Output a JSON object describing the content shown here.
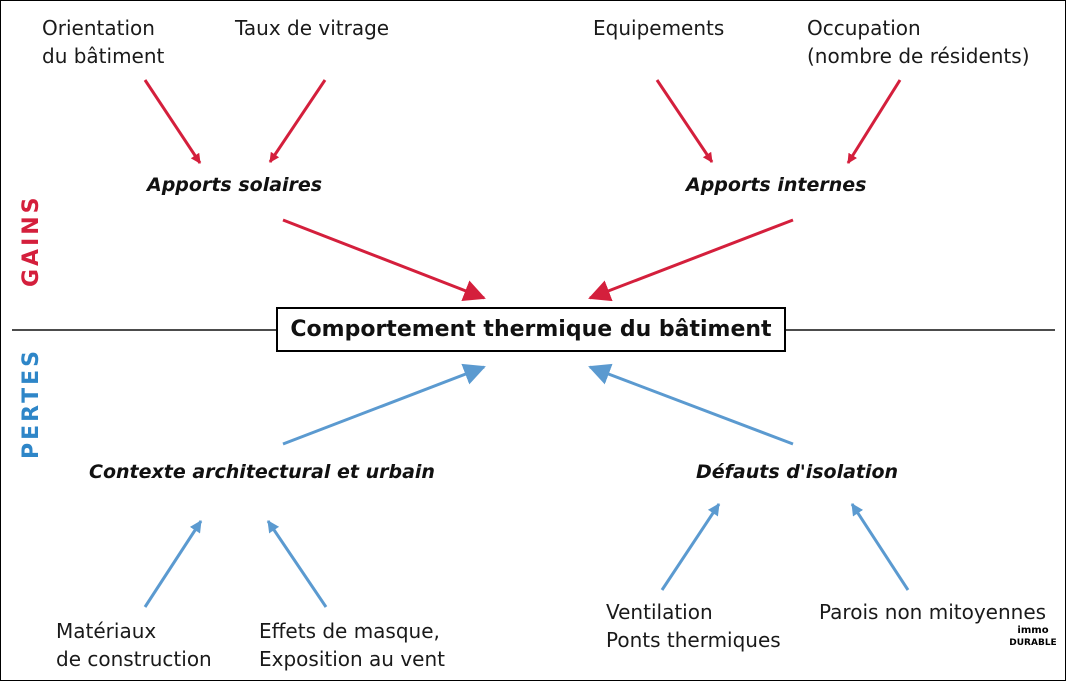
{
  "colors": {
    "gain": "#d41f3c",
    "loss": "#5b9ad0",
    "text": "#1a1a1a"
  },
  "side_labels": {
    "gains": "GAINS",
    "losses": "PERTES"
  },
  "center": "Comportement thermique du bâtiment",
  "gains": {
    "solar": {
      "label": "Apports solaires",
      "factors": [
        {
          "lines": [
            "Orientation",
            "du bâtiment"
          ]
        },
        {
          "lines": [
            "Taux de vitrage"
          ]
        }
      ]
    },
    "internal": {
      "label": "Apports internes",
      "factors": [
        {
          "lines": [
            "Equipements"
          ]
        },
        {
          "lines": [
            "Occupation",
            "(nombre de résidents)"
          ]
        }
      ]
    }
  },
  "losses": {
    "context": {
      "label": "Contexte architectural et urbain",
      "factors": [
        {
          "lines": [
            "Matériaux",
            "de construction"
          ]
        },
        {
          "lines": [
            "Effets de masque,",
            "Exposition au vent"
          ]
        }
      ]
    },
    "insulation": {
      "label": "Défauts d'isolation",
      "factors": [
        {
          "lines": [
            "Ventilation",
            "Ponts thermiques"
          ]
        },
        {
          "lines": [
            "Parois non mitoyennes"
          ]
        }
      ]
    }
  },
  "logo": {
    "line1": "immo",
    "line2": "DURABLE"
  }
}
